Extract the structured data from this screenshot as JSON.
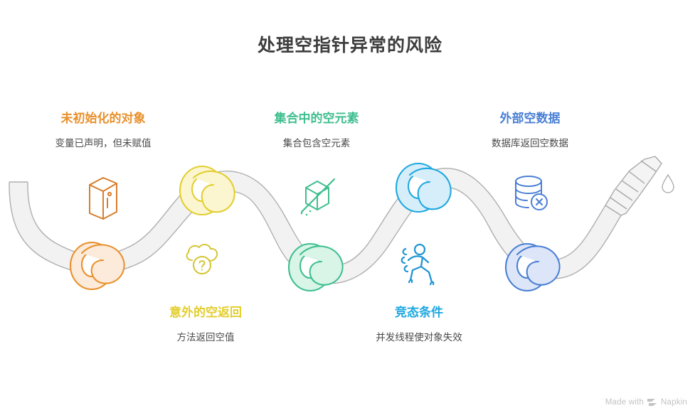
{
  "title": "处理空指针异常的风险",
  "colors": {
    "title": "#3d3d3d",
    "orange": "#E8912D",
    "yellow": "#E3CE2F",
    "green": "#3FBF8F",
    "cyan": "#1FA8E0",
    "blue": "#4A7FD4",
    "hose_fill": "#F2F2F2",
    "hose_stroke": "#AFAFAF",
    "subtext": "#4a4a4a",
    "watermark": "#c3c3c3"
  },
  "labels": {
    "uninitialized": {
      "heading": "未初始化的对象",
      "subtext": "变量已声明，但未赋值",
      "color": "#E8912D"
    },
    "collection": {
      "heading": "集合中的空元素",
      "subtext": "集合包含空元素",
      "color": "#3FBF8F"
    },
    "external": {
      "heading": "外部空数据",
      "subtext": "数据库返回空数据",
      "color": "#4A7FD4"
    },
    "null_return": {
      "heading": "意外的空返回",
      "subtext": "方法返回空值",
      "color": "#E3CE2F"
    },
    "race_condition": {
      "heading": "竞态条件",
      "subtext": "并发线程使对象失效",
      "color": "#1FA8E0"
    }
  },
  "illustration": {
    "description": "wavy-hose-with-knots",
    "nozzle": "hose-nozzle-with-droplet",
    "knots": [
      {
        "name": "orange-knot",
        "color": "#E8912D",
        "fill": "#FCEADA",
        "position": "bottom"
      },
      {
        "name": "yellow-knot",
        "color": "#E3CE2F",
        "fill": "#FBF6D0",
        "position": "top"
      },
      {
        "name": "green-knot",
        "color": "#3FBF8F",
        "fill": "#D8F5E8",
        "position": "bottom"
      },
      {
        "name": "cyan-knot",
        "color": "#1FA8E0",
        "fill": "#D6EEFA",
        "position": "top"
      },
      {
        "name": "blue-knot",
        "color": "#4A7FD4",
        "fill": "#DDE6F9",
        "position": "bottom"
      }
    ],
    "icons": [
      {
        "name": "cabinet-icon",
        "color": "#D97E2B",
        "label_ref": "uninitialized"
      },
      {
        "name": "cloud-question-icon",
        "color": "#D4C534",
        "label_ref": "null_return"
      },
      {
        "name": "empty-box-slash-icon",
        "color": "#3FBF8F",
        "label_ref": "collection"
      },
      {
        "name": "running-person-icon",
        "color": "#2196D3",
        "label_ref": "race_condition"
      },
      {
        "name": "database-error-icon",
        "color": "#4A7FD4",
        "label_ref": "external"
      }
    ]
  },
  "footer": {
    "made_with": "Made with",
    "brand": "Napkin"
  }
}
